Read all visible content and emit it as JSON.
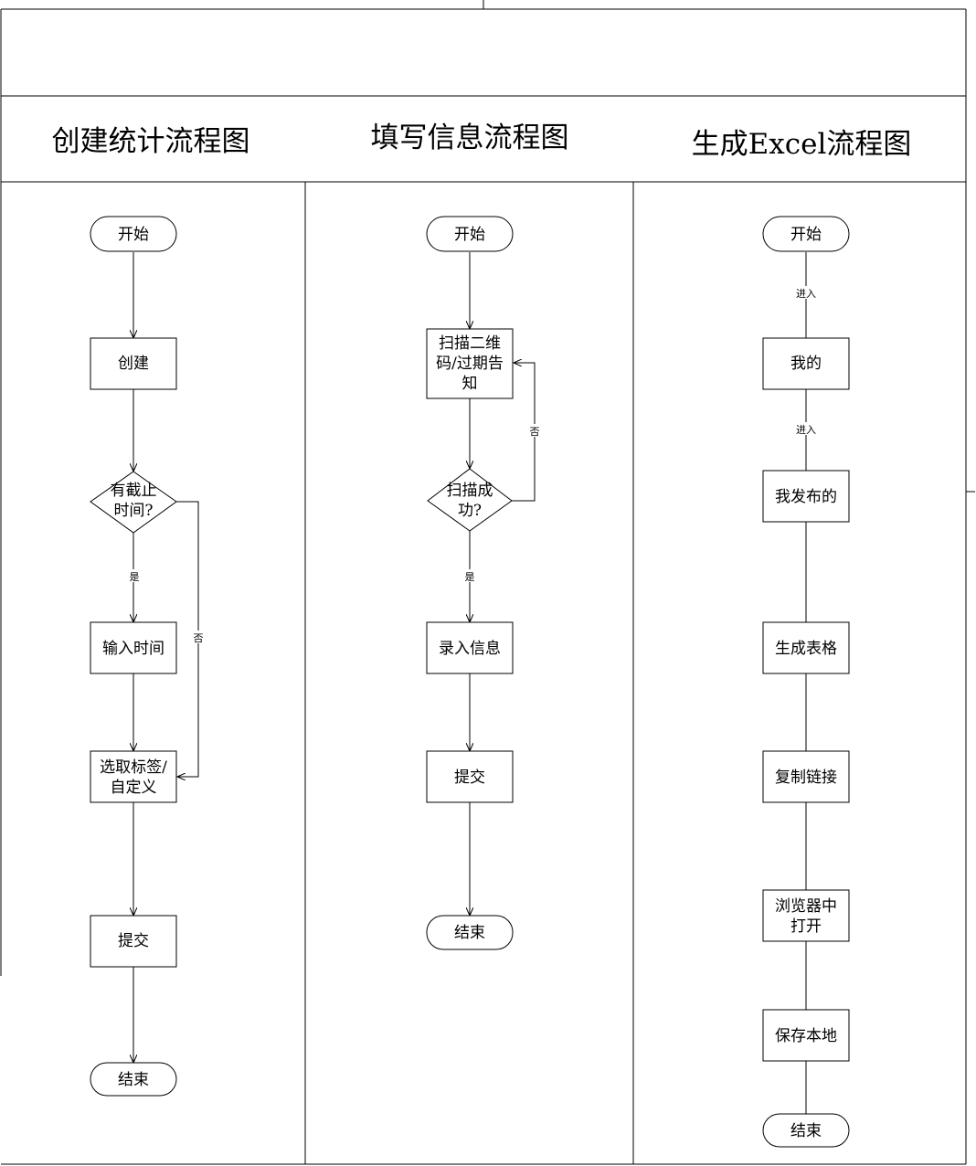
{
  "lanes": [
    {
      "title": "创建统计流程图",
      "nodes": [
        {
          "text": [
            "开始"
          ]
        },
        {
          "text": [
            "创建"
          ]
        },
        {
          "text": [
            "有截止",
            "时间?"
          ]
        },
        {
          "text": [
            "输入时间"
          ]
        },
        {
          "text": [
            "选取标签/",
            "自定义"
          ]
        },
        {
          "text": [
            "提交"
          ]
        },
        {
          "text": [
            "结束"
          ]
        }
      ],
      "edge_labels": [
        "是",
        "否"
      ]
    },
    {
      "title": "填写信息流程图",
      "nodes": [
        {
          "text": [
            "开始"
          ]
        },
        {
          "text": [
            "扫描二维",
            "码/过期告",
            "知"
          ]
        },
        {
          "text": [
            "扫描成",
            "功?"
          ]
        },
        {
          "text": [
            "录入信息"
          ]
        },
        {
          "text": [
            "提交"
          ]
        },
        {
          "text": [
            "结束"
          ]
        }
      ],
      "edge_labels": [
        "是",
        "否"
      ]
    },
    {
      "title": "生成Excel流程图",
      "nodes": [
        {
          "text": [
            "开始"
          ]
        },
        {
          "text": [
            "我的"
          ]
        },
        {
          "text": [
            "我发布的"
          ]
        },
        {
          "text": [
            "生成表格"
          ]
        },
        {
          "text": [
            "复制链接"
          ]
        },
        {
          "text": [
            "浏览器中",
            "打开"
          ]
        },
        {
          "text": [
            "保存本地"
          ]
        },
        {
          "text": [
            "结束"
          ]
        }
      ],
      "edge_labels": [
        "进入",
        "进入"
      ]
    }
  ]
}
